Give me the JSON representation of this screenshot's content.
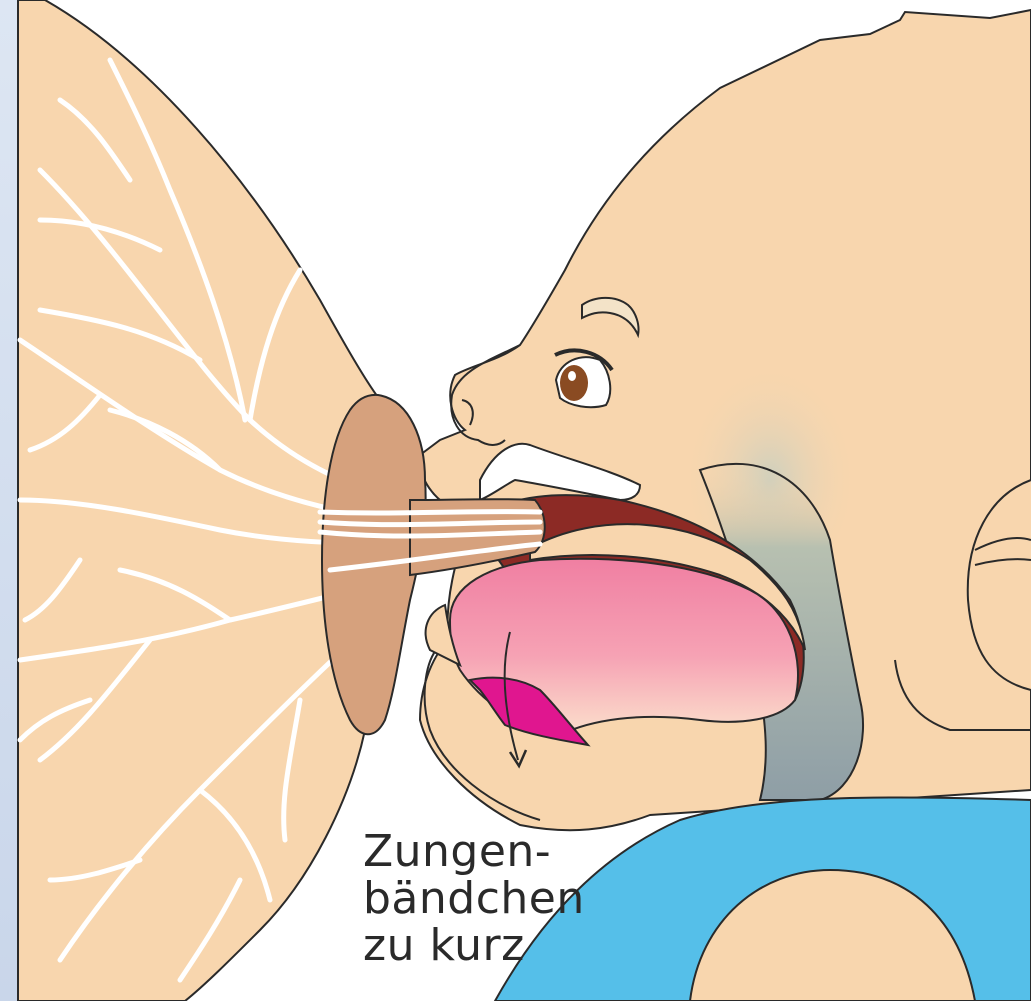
{
  "caption": {
    "line1": "Zungen-",
    "line2": "bändchen",
    "line3": "zu kurz"
  },
  "colors": {
    "skin": "#f8d6ae",
    "areola": "#d6a17d",
    "milk_ducts": "#ffffff",
    "mouth_interior": "#8c2a25",
    "tongue": "#f28aa8",
    "frenulum": "#e0168f",
    "palate_shadow": "#8e9ea6",
    "clothing": "#55bfe9",
    "outline": "#2a2a2a"
  }
}
